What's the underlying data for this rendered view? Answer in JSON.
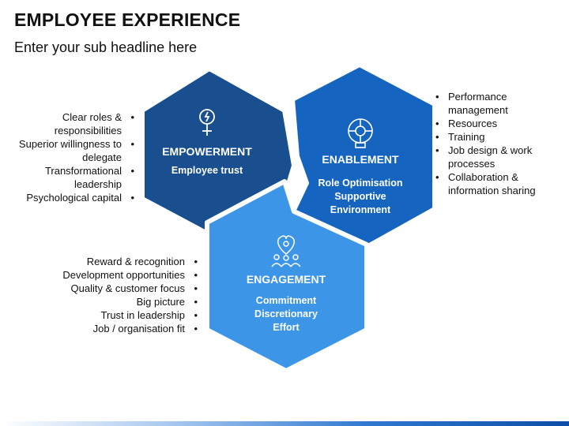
{
  "title": "EMPLOYEE EXPERIENCE",
  "subtitle": "Enter your sub headline here",
  "colors": {
    "empowerment": "#1a4f8f",
    "enablement": "#1565c0",
    "engagement": "#3d95e8"
  },
  "hexagons": {
    "empowerment": {
      "icon": "female-power-icon",
      "title": "EMPOWERMENT",
      "lines": [
        "Employee trust"
      ]
    },
    "enablement": {
      "icon": "process-wheel-icon",
      "title": "ENABLEMENT",
      "lines": [
        "Role Optimisation",
        "Supportive",
        "Environment"
      ]
    },
    "engagement": {
      "icon": "team-heart-icon",
      "title": "ENGAGEMENT",
      "lines": [
        "Commitment",
        "Discretionary",
        "Effort"
      ]
    }
  },
  "lists": {
    "empowerment": [
      "Clear roles & responsibilities",
      "Superior willingness to delegate",
      "Transformational leadership",
      "Psychological capital"
    ],
    "enablement": [
      "Performance management",
      "Resources",
      "Training",
      "Job design & work processes",
      "Collaboration & information sharing"
    ],
    "engagement": [
      "Reward & recognition",
      "Development opportunities",
      "Quality & customer focus",
      "Big picture",
      "Trust in leadership",
      "Job / organisation fit"
    ]
  }
}
